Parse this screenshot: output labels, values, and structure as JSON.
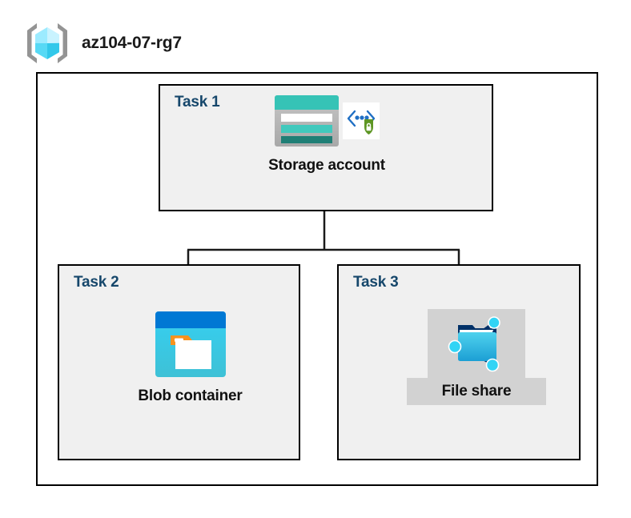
{
  "header": {
    "icon": "resource-group-cube-icon",
    "title": "az104-07-rg7"
  },
  "diagram": {
    "container_label": "resource-group-container",
    "tasks": [
      {
        "id": "task1",
        "label": "Task 1",
        "node": {
          "caption": "Storage account",
          "icon": "storage-account-icon",
          "secondary_icon": "secure-endpoint-shield-icon",
          "selected": false
        }
      },
      {
        "id": "task2",
        "label": "Task 2",
        "node": {
          "caption": "Blob container",
          "icon": "blob-container-icon",
          "selected": false
        }
      },
      {
        "id": "task3",
        "label": "Task 3",
        "node": {
          "caption": "File share",
          "icon": "file-share-icon",
          "selected": true
        }
      }
    ]
  },
  "colors": {
    "task_label": "#16476b",
    "box_fill": "#f0f0f0",
    "box_border": "#000000",
    "connector": "#1a1a1a",
    "selection_highlight": "#d2d2d2",
    "storage_teal": "#36c3b6",
    "storage_teal_dark": "#1f7f76",
    "blob_blue": "#0078d4",
    "blob_cyan": "#32d4f5",
    "blob_orange": "#f7921e",
    "fileshare_cyan": "#32bedd",
    "fileshare_navy": "#003067",
    "shield_green": "#5e9624",
    "cube_cyan": "#9cebff",
    "bracket_gray": "#949494"
  }
}
